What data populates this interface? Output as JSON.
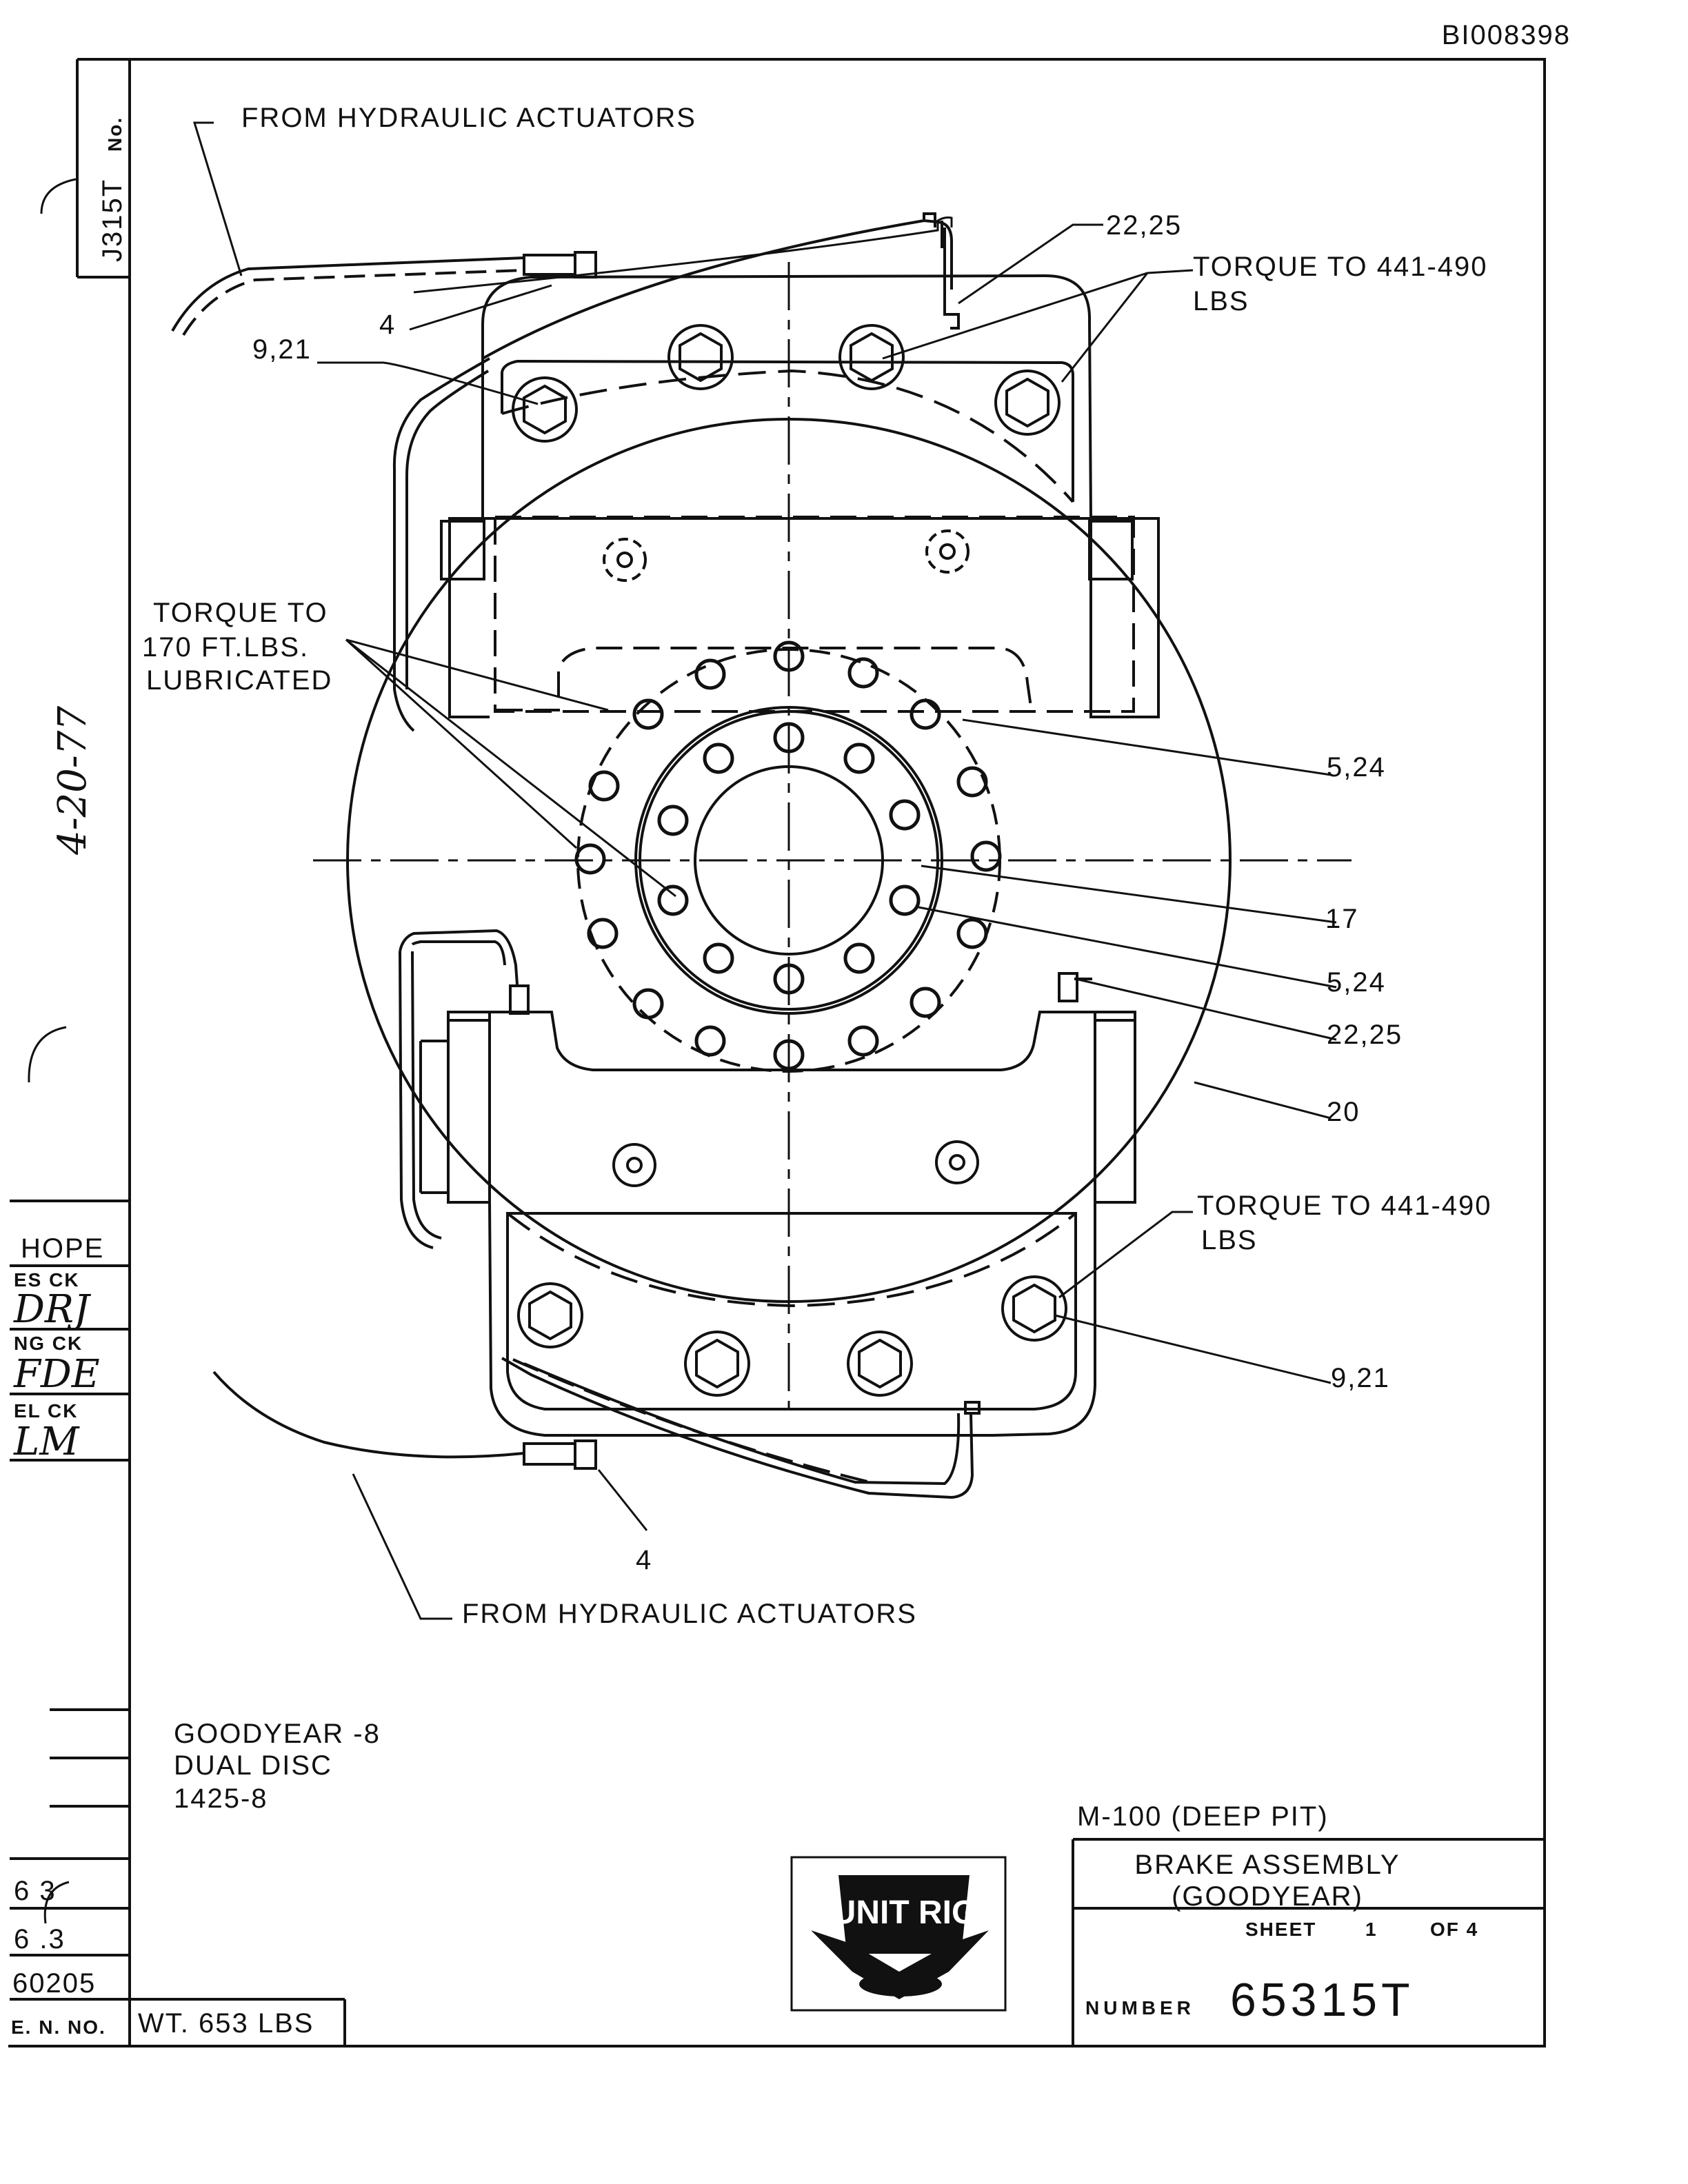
{
  "doc_id": "BI008398",
  "side_stamp_number": "J315T",
  "side_stamp_prefix": "No.",
  "side_handwritten_date": "4-20-77",
  "callouts": {
    "hydraulic_top": "FROM HYDRAULIC ACTUATORS",
    "hydraulic_bottom": "FROM HYDRAULIC ACTUATORS",
    "ref_4_top": "4",
    "ref_4_bottom": "4",
    "ref_9_21_top": "9,21",
    "ref_9_21_bottom": "9,21",
    "ref_22_25_top": "22,25",
    "ref_22_25_mid": "22,25",
    "torque_top_line1": "TORQUE TO 441-490",
    "torque_top_line2": "LBS",
    "torque_bottom_line1": "TORQUE TO 441-490",
    "torque_bottom_line2": "LBS",
    "torque_left_line1": "TORQUE TO",
    "torque_left_line2": "170 FT.LBS.",
    "torque_left_line3": "LUBRICATED",
    "ref_5_24_a": "5,24",
    "ref_5_24_b": "5,24",
    "ref_17": "17",
    "ref_20": "20"
  },
  "spec_note": {
    "line1": "GOODYEAR -8",
    "line2": "DUAL DISC",
    "line3": "1425-8"
  },
  "sidebar": {
    "hope": "HOPE",
    "es_ck_label": "ES CK",
    "es_ck_value": "DRJ",
    "ng_ck_label": "NG CK",
    "ng_ck_value": "FDE",
    "el_ck_label": "EL CK",
    "el_ck_value": "LM",
    "row1": "6   3",
    "row2": "6  .3",
    "row3": "60205",
    "eng_no": "E. N. NO."
  },
  "weight": "WT. 653 LBS",
  "title_block": {
    "model": "M-100 (DEEP PIT)",
    "title_line1": "BRAKE ASSEMBLY",
    "title_line2": "(GOODYEAR)",
    "sheet_label": "SHEET",
    "sheet_num": "1",
    "sheet_of": "OF 4",
    "number_label": "NUMBER",
    "number_value": "65315T",
    "logo_text": "UNIT RIG"
  }
}
